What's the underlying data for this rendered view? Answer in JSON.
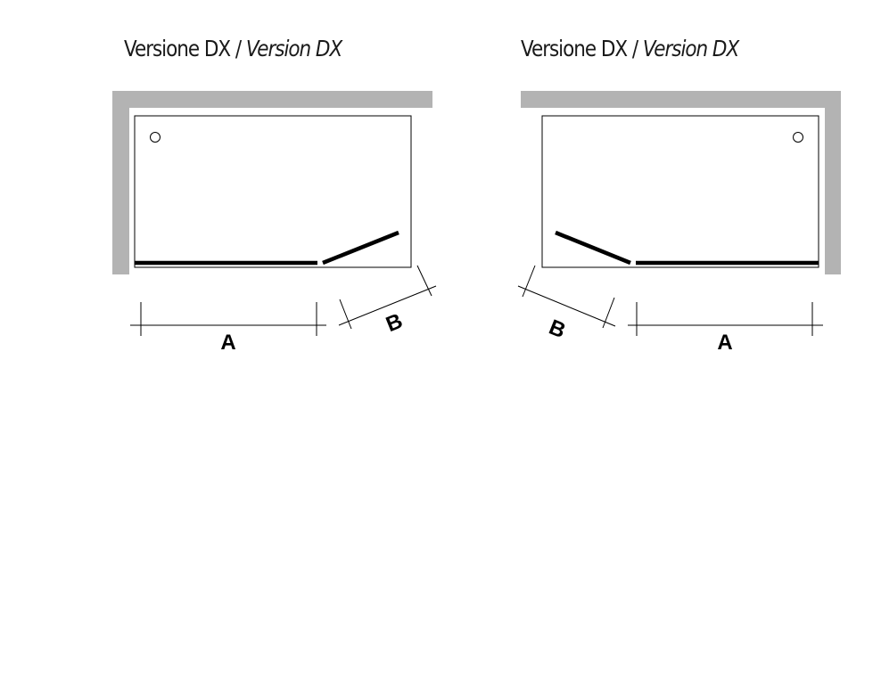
{
  "diagrams": [
    {
      "title_main": "Versione DX",
      "title_separator": " / ",
      "title_alt": "Version DX",
      "dimension_fixed_label": "A",
      "dimension_door_label": "B",
      "wall_color": "#b3b3b3",
      "glass_color": "#000000",
      "valve_icon": "circle-icon"
    },
    {
      "title_main": "Versione DX",
      "title_separator": " / ",
      "title_alt": "Version DX",
      "dimension_fixed_label": "A",
      "dimension_door_label": "B",
      "wall_color": "#b3b3b3",
      "glass_color": "#000000",
      "valve_icon": "circle-icon"
    }
  ]
}
